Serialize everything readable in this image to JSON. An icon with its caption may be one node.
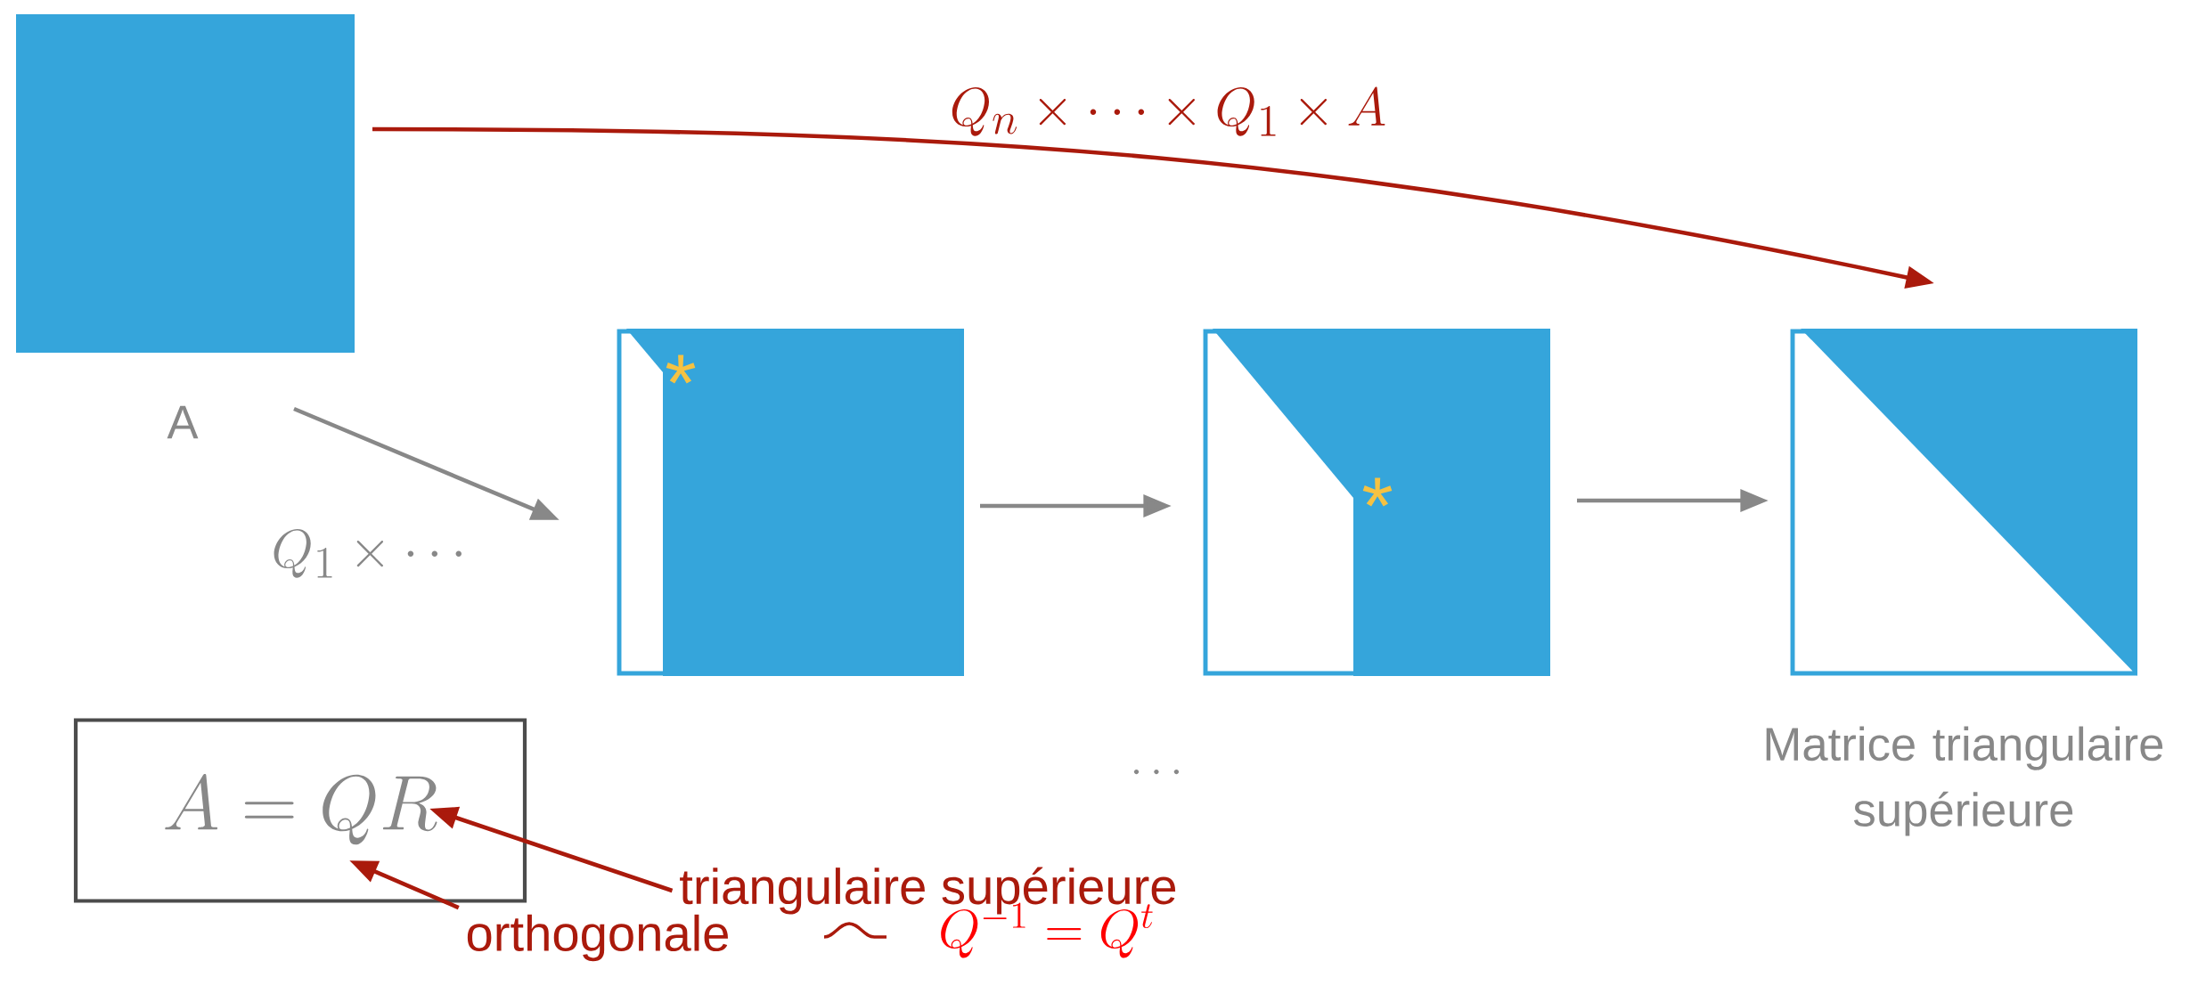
{
  "diagram": {
    "nodes": [
      {
        "text": [],
        "shape": "box",
        "beside": [
          "A"
        ]
      },
      {
        "text": [
          "*"
        ]
      },
      {
        "text": [
          "*"
        ]
      },
      {
        "text": [],
        "shape": "box",
        "beside": [
          "Matrice triangulaire supérieure"
        ]
      },
      {
        "text": [
          "A = QR"
        ]
      },
      {
        "text": [
          "triangulaire supérieure"
        ]
      },
      {
        "text": [
          "orthogonale"
        ]
      }
    ],
    "edges": [
      {
        "from": 0,
        "to": 1,
        "arrow": "to",
        "label": "Q_1 \\times \\cdots"
      },
      {
        "from": 1,
        "to": 2,
        "arrow": "to"
      },
      {
        "from": 2,
        "to": 3,
        "arrow": "to"
      },
      {
        "from": 0,
        "to": 3,
        "arrow": "to",
        "label": "Q_n \\times \\cdots \\times Q_1 \\times A",
        "color": "#aa1a0c"
      },
      {
        "from": 5,
        "to": 4,
        "arrow": "to",
        "color": "#aa1a0c"
      },
      {
        "from": 6,
        "to": 4,
        "arrow": "to",
        "color": "#aa1a0c"
      }
    ],
    "labels": [
      "\\cdots",
      "Q^{-1} = Q^{t}"
    ]
  }
}
